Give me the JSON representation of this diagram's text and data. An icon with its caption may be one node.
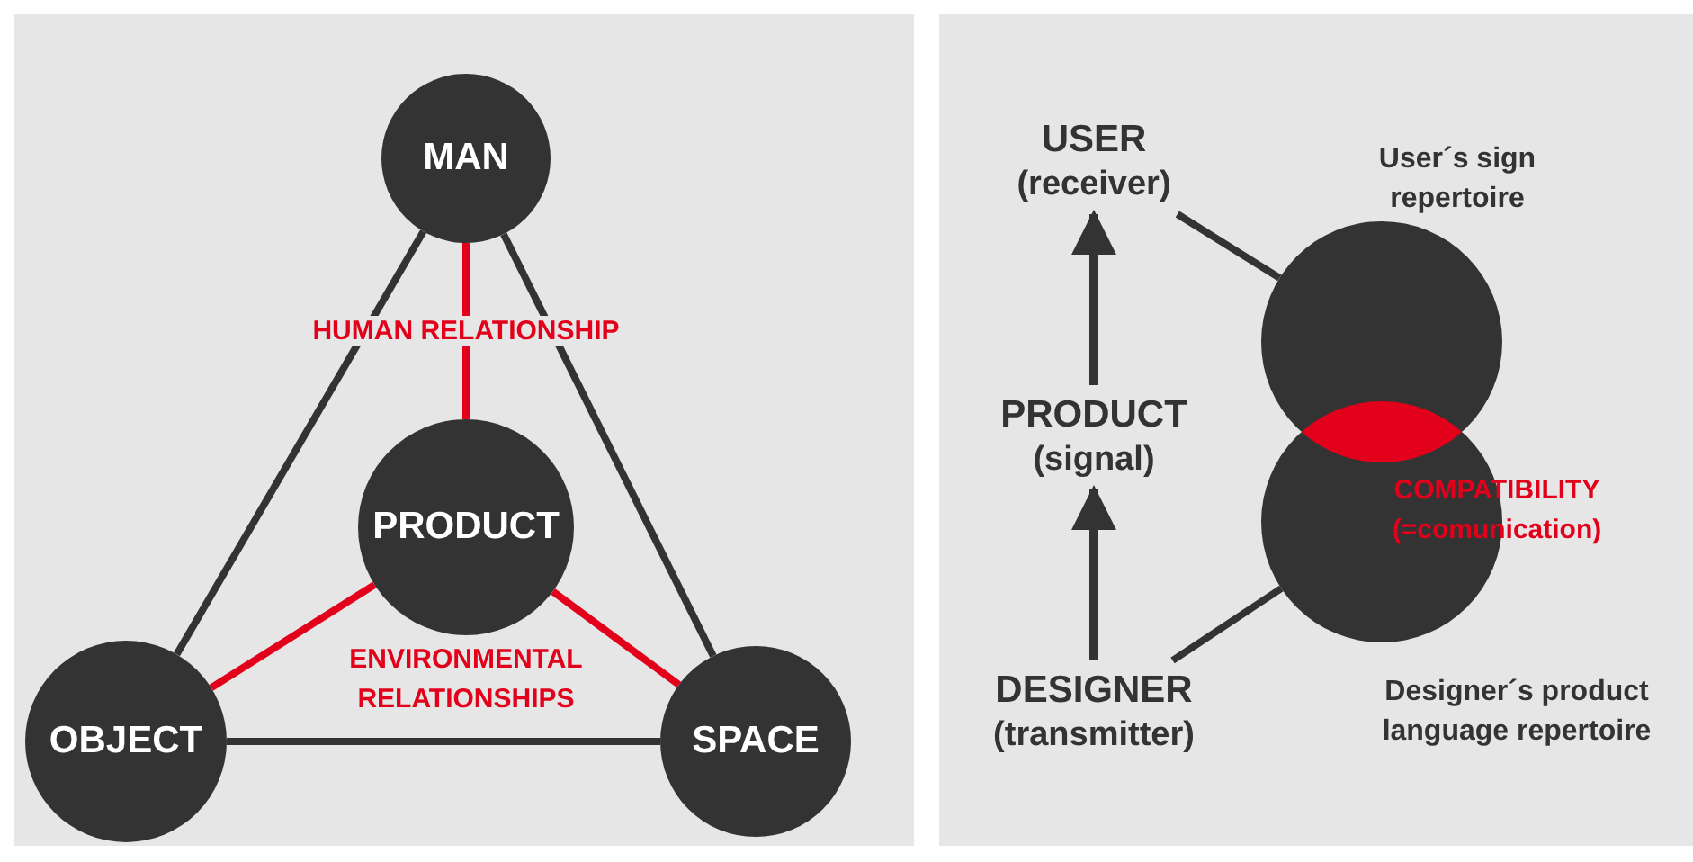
{
  "diagram": {
    "nodes": [
      {
        "text": [
          "MAN"
        ]
      },
      {
        "text": [
          "PRODUCT"
        ]
      },
      {
        "text": [
          "OBJECT"
        ]
      },
      {
        "text": [
          "SPACE"
        ]
      },
      {
        "text": [
          "USER",
          "(receiver)"
        ]
      },
      {
        "text": [
          "PRODUCT",
          "(signal)"
        ]
      },
      {
        "text": [
          "DESIGNER",
          "(transmitter)"
        ]
      },
      {
        "text": [],
        "shape": "circle",
        "beside": [
          "User´s sign repertoire"
        ]
      },
      {
        "text": [],
        "shape": "circle",
        "beside": [
          "Designer´s product language repertoire"
        ]
      }
    ],
    "edges": [
      {
        "from": 0,
        "to": 2,
        "arrow": "none"
      },
      {
        "from": 0,
        "to": 3,
        "arrow": "none"
      },
      {
        "from": 2,
        "to": 3,
        "arrow": "none"
      },
      {
        "from": 0,
        "to": 1,
        "arrow": "none",
        "label": "HUMAN RELATIONSHIP",
        "color": "#e2001a"
      },
      {
        "from": 1,
        "to": 2,
        "arrow": "none",
        "color": "#e2001a"
      },
      {
        "from": 1,
        "to": 3,
        "arrow": "none",
        "color": "#e2001a"
      },
      {
        "from": 6,
        "to": 5,
        "arrow": "to"
      },
      {
        "from": 5,
        "to": 4,
        "arrow": "to"
      },
      {
        "from": 4,
        "to": 7,
        "arrow": "none"
      },
      {
        "from": 6,
        "to": 8,
        "arrow": "none"
      }
    ],
    "labels": [
      "ENVIRONMENTAL RELATIONSHIPS",
      "COMPATIBILITY (=comunication)"
    ]
  }
}
